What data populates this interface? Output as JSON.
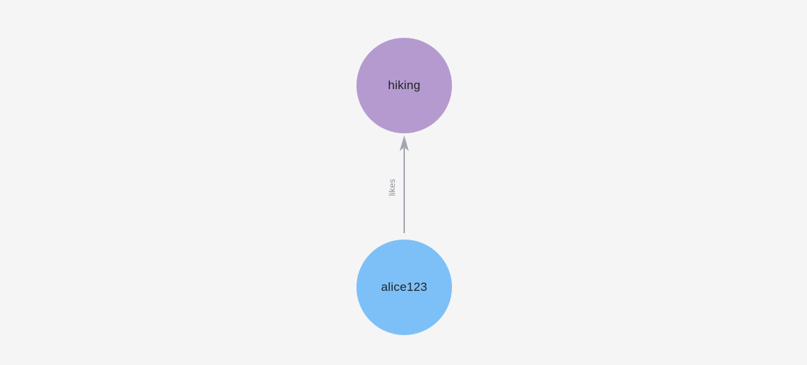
{
  "canvas": {
    "background": "#f5f5f6"
  },
  "graph": {
    "nodes": [
      {
        "label": "hiking",
        "color": "#b59acf",
        "text_color": "#212427"
      },
      {
        "label": "alice123",
        "color": "#7dc0f7",
        "text_color": "#212427"
      }
    ],
    "edge": {
      "label": "likes",
      "from": "alice123",
      "to": "hiking",
      "color": "#a2a6b0",
      "label_color": "#8e929c"
    }
  }
}
